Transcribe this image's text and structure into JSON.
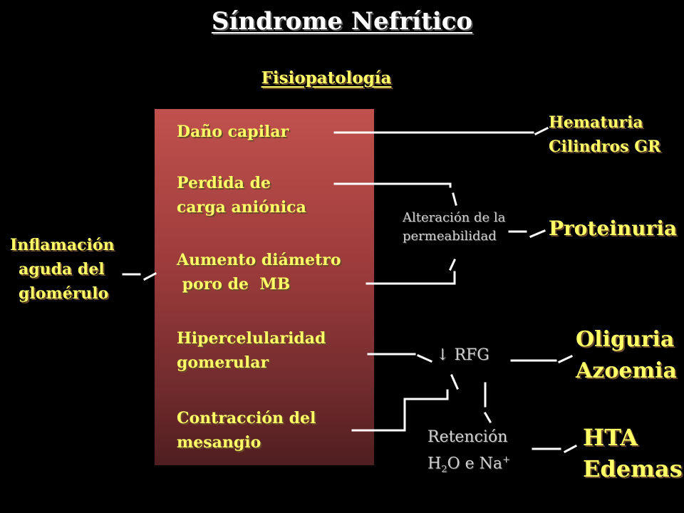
{
  "title": "Síndrome  Nefrítico",
  "subtitle": "Fisiopatología",
  "cause": {
    "line1": "Inflamación",
    "line2": "aguda del",
    "line3": "glomérulo"
  },
  "mechanisms": [
    {
      "line1": "Daño capilar",
      "line2": ""
    },
    {
      "line1": "Perdida de",
      "line2": "carga aniónica"
    },
    {
      "line1": "Aumento diámetro",
      "line2": " poro de  MB"
    },
    {
      "line1": "Hipercelularidad",
      "line2": "gomerular"
    },
    {
      "line1": "Contracción del",
      "line2": "mesangio"
    }
  ],
  "intermediates": {
    "permeability": {
      "line1": "Alteración de la",
      "line2": "permeabilidad"
    },
    "gfr": {
      "arrow": "↓",
      "label": "RFG"
    },
    "retention": {
      "line1": "Retención",
      "h": "H",
      "sub": "2",
      "mid": "O e Na",
      "sup": "+"
    }
  },
  "outcomes": {
    "hematuria": {
      "line1": "Hematuria",
      "line2": "Cilindros GR"
    },
    "proteinuria": "Proteinuria",
    "renal": {
      "line1": "Oliguria",
      "line2": "Azoemia"
    },
    "volume": {
      "line1": "HTA",
      "line2": "Edemas"
    }
  },
  "colors": {
    "background": "#000000",
    "mechanism_text": "#ffff66",
    "outcome_text": "#ffffff",
    "box_top": "#c0514d",
    "box_bottom": "#4f1e20"
  }
}
